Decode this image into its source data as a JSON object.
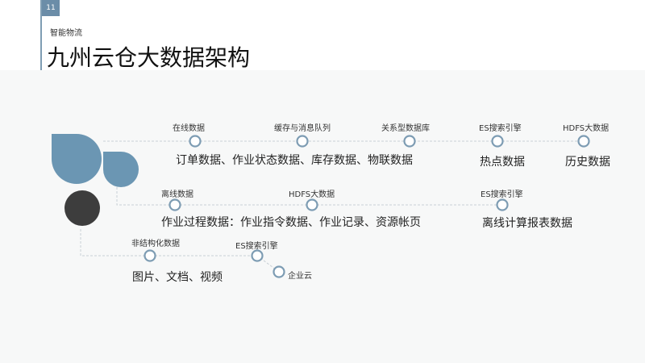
{
  "header": {
    "page_number": "11",
    "subtitle": "智能物流",
    "title": "九州云仓大数据架构"
  },
  "colors": {
    "accent": "#6b8da8",
    "shape_blue": "#6b96b3",
    "shape_dark": "#3d3d3d",
    "node_border": "#7d9cb3"
  },
  "rows": [
    {
      "nodes": [
        "在线数据",
        "缓存与消息队列",
        "关系型数据库",
        "ES搜索引擎",
        "HDFS大数据"
      ],
      "descriptions": [
        "订单数据、作业状态数据、库存数据、物联数据",
        "热点数据",
        "历史数据"
      ]
    },
    {
      "nodes": [
        "离线数据",
        "HDFS大数据",
        "ES搜索引擎"
      ],
      "descriptions": [
        "作业过程数据：作业指令数据、作业记录、资源帐页",
        "离线计算报表数据"
      ]
    },
    {
      "nodes": [
        "非结构化数据",
        "ES搜索引擎",
        "企业云"
      ],
      "descriptions": [
        "图片、文档、视频"
      ]
    }
  ]
}
